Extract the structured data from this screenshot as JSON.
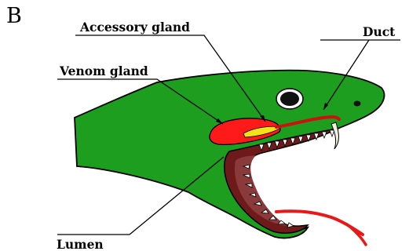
{
  "panel_label": "B",
  "labels": {
    "accessory_gland": "Accessory gland",
    "duct": "Duct",
    "venom_gland": "Venom gland",
    "lumen": "Lumen"
  },
  "colors": {
    "head": "#1e9e1e",
    "mouth_dark": "#6e1a1a",
    "mouth_inner": "#8a3a3a",
    "venom_gland": "#ff1a1a",
    "accessory_gland": "#f2e21a",
    "duct": "#cc1111",
    "tongue": "#e81818",
    "eye": "#111111"
  }
}
